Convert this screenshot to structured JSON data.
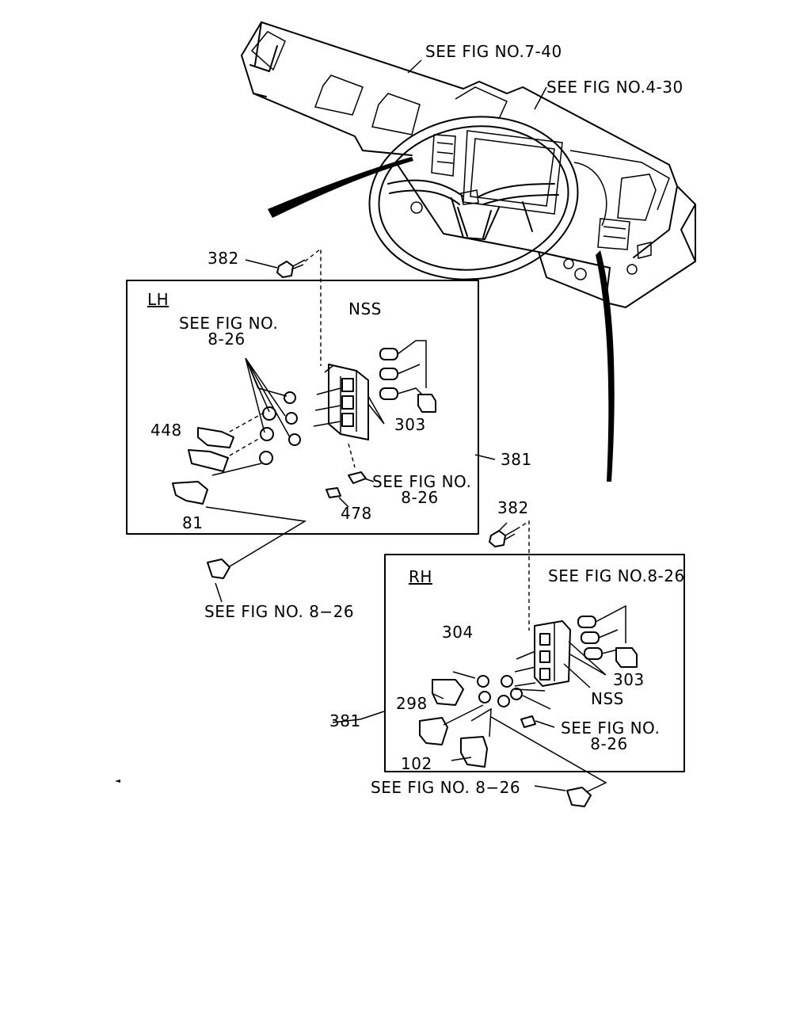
{
  "labels": {
    "see_fig_7_40": "SEE FIG NO.7-40",
    "see_fig_4_30": "SEE FIG NO.4-30",
    "part_382_top": "382",
    "lh": "LH",
    "lh_see_fig": "SEE FIG NO.\n8-26",
    "lh_nss": "NSS",
    "lh_303": "303",
    "part_448": "448",
    "part_381_lh": "381",
    "lh_see_fig_lower": "SEE FIG NO.\n8-26",
    "part_478": "478",
    "part_81": "81",
    "see_fig_bottom_lh": "SEE FIG NO. 8−26",
    "part_382_rh": "382",
    "rh": "RH",
    "rh_see_fig_top": "SEE FIG NO.8-26",
    "part_304": "304",
    "rh_303": "303",
    "rh_nss": "NSS",
    "part_298": "298",
    "part_381_rh": "381",
    "rh_see_fig_lower": "SEE FIG NO.\n8-26",
    "part_102": "102",
    "see_fig_bottom_rh": "SEE FIG NO. 8−26"
  }
}
